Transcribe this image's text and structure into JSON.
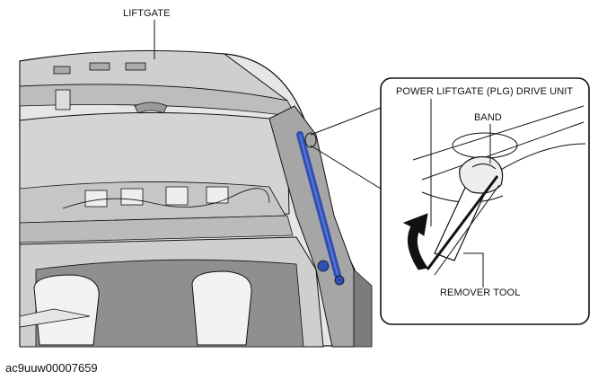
{
  "labels": {
    "liftgate": "LIFTGATE",
    "plg_drive_unit": "POWER LIFTGATE (PLG) DRIVE UNIT",
    "band": "BAND",
    "remover_tool": "REMOVER TOOL"
  },
  "figure_code": "ac9uuw00007659",
  "colors": {
    "strut": "#2f4fb4",
    "panel_light": "#d9d9d9",
    "panel_mid": "#c4c4c4",
    "panel_dark": "#9a9a9a",
    "line": "#111111"
  }
}
